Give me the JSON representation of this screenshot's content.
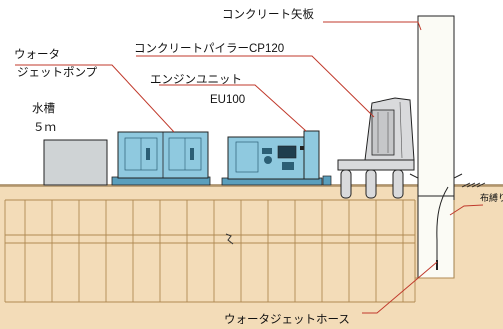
{
  "labels": {
    "sheet_pile": "コンクリート矢板",
    "pump_line1": "ウォータ",
    "pump_line2": "ジェットポンプ",
    "boiler": "コンクリートパイラーCP120",
    "engine_line1": "エンジンユニット",
    "engine_line2": "EU100",
    "tank_line1": "水槽",
    "tank_line2": "５ｍ",
    "hose": "ウォータジェットホース",
    "cloth": "布縛り"
  },
  "colors": {
    "sky": "#ffffff",
    "soil": "#f3dcb8",
    "soil_line": "#b08a52",
    "machine_blue": "#8fc9df",
    "machine_blue_dark": "#5a9fbd",
    "tank_gray": "#cfd3d5",
    "crane_gray": "#d9dadc",
    "pile": "#fbfbf5",
    "leader_red": "#c0392b",
    "outline": "#222222"
  }
}
